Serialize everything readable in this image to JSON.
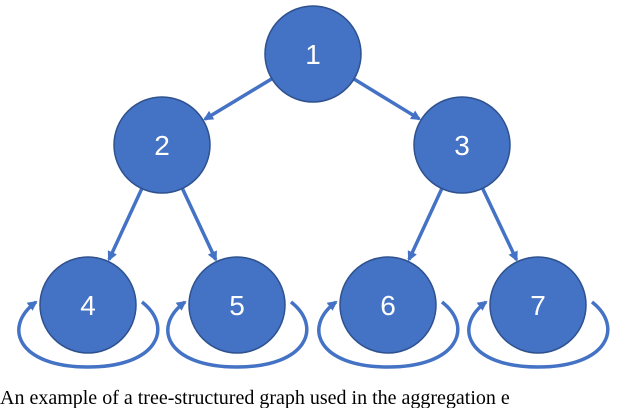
{
  "diagram": {
    "colors": {
      "node": "#4472C4",
      "node_stroke": "#2F528F",
      "edge": "#4472C4",
      "text": "#FFFFFF"
    },
    "nodes": [
      {
        "id": "n1",
        "label": "1"
      },
      {
        "id": "n2",
        "label": "2"
      },
      {
        "id": "n3",
        "label": "3"
      },
      {
        "id": "n4",
        "label": "4"
      },
      {
        "id": "n5",
        "label": "5"
      },
      {
        "id": "n6",
        "label": "6"
      },
      {
        "id": "n7",
        "label": "7"
      }
    ],
    "edges": [
      {
        "from": "n1",
        "to": "n2"
      },
      {
        "from": "n1",
        "to": "n3"
      },
      {
        "from": "n2",
        "to": "n4"
      },
      {
        "from": "n2",
        "to": "n5"
      },
      {
        "from": "n3",
        "to": "n6"
      },
      {
        "from": "n3",
        "to": "n7"
      }
    ],
    "self_loops": [
      "n4",
      "n5",
      "n6",
      "n7"
    ]
  },
  "caption": "An example of a tree-structured graph used in the aggregation e"
}
